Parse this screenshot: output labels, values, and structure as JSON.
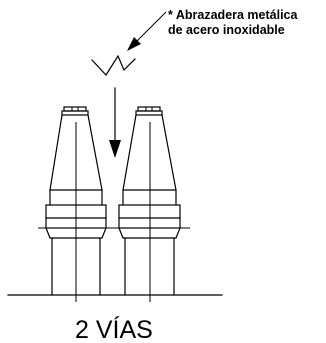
{
  "annotation": {
    "line1": "* Abrazadera metálica",
    "line2": "de acero inoxidable"
  },
  "caption": "2 VÍAS",
  "colors": {
    "stroke": "#000000",
    "background": "#ffffff"
  }
}
